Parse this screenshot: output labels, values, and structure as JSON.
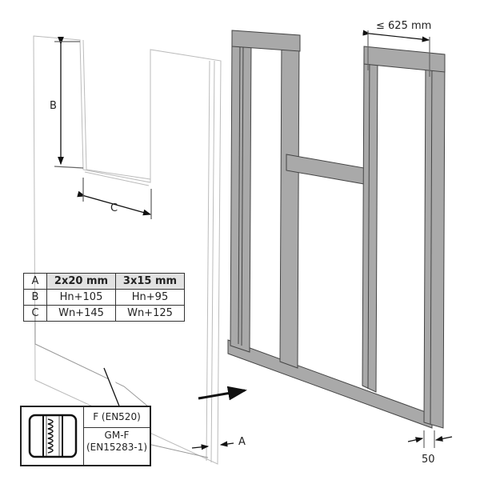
{
  "dimensions": {
    "max_spacing": "≤ 625 mm",
    "label_a": "A",
    "label_b": "B",
    "label_c": "C",
    "profile_width": "50"
  },
  "spec_table": {
    "header": [
      "A",
      "2x20 mm",
      "3x15 mm"
    ],
    "rows": [
      [
        "B",
        "Hn+105",
        "Hn+95"
      ],
      [
        "C",
        "Wn+145",
        "Wn+125"
      ]
    ]
  },
  "board_legend": {
    "class": "F (EN520)",
    "type": "GM-F",
    "standard": "(EN15283-1)"
  },
  "colors": {
    "frame": "#a9a9a9",
    "frame_dark": "#7a7a7a",
    "header_fill": "#e2e2e2"
  }
}
